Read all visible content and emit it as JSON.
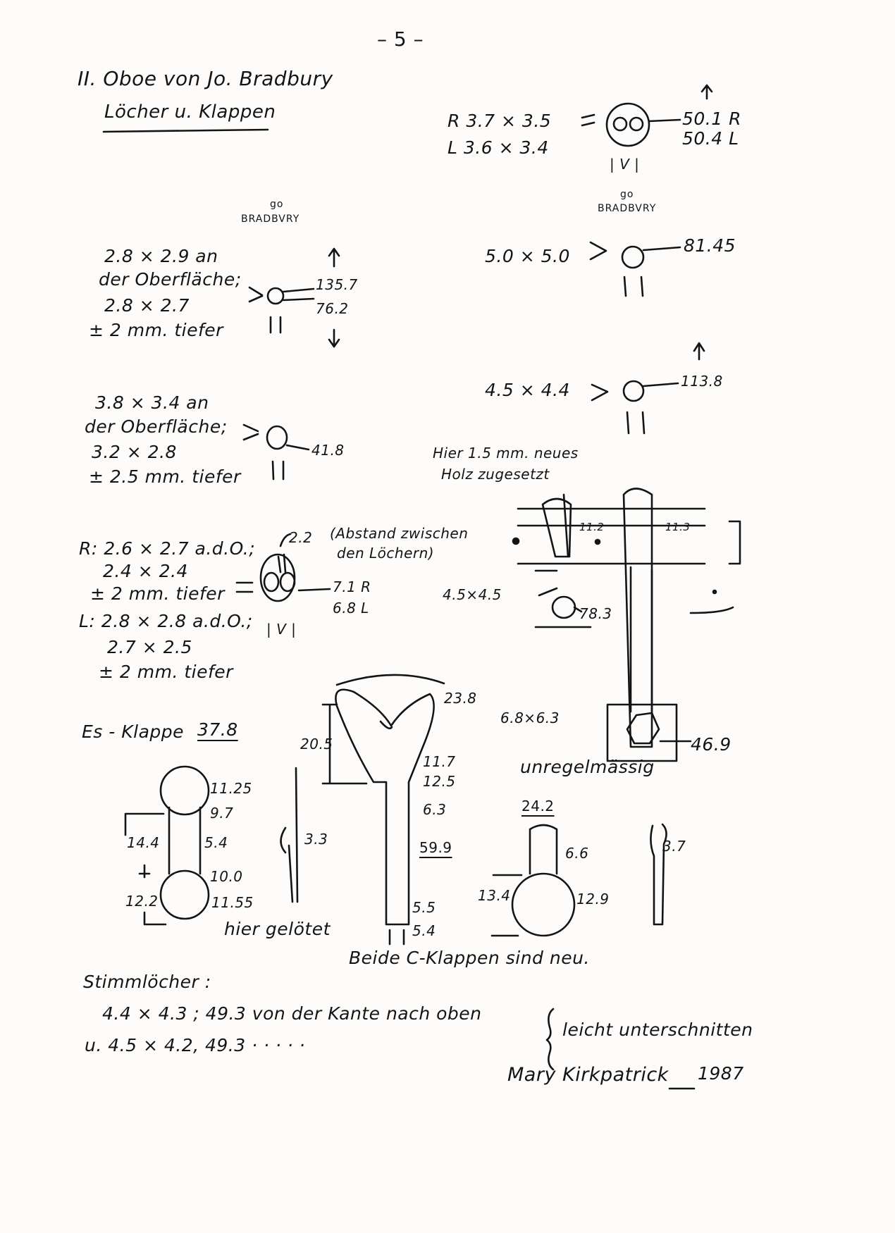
{
  "page_number": "– 5 –",
  "title": "II. Oboe von Jo. Bradbury",
  "subtitle": "Löcher u. Klappen",
  "stamp_label_1": "go",
  "stamp_label_2": "BRADBVRY",
  "hole_top_right": {
    "r": "R  3.7 × 3.5",
    "l": "L  3.6 × 3.4",
    "m1": "50.1 R",
    "m2": "50.4 L",
    "mark": "| V |"
  },
  "stamp_right": {
    "go": "go",
    "name": "BRADBVRY"
  },
  "hole_81": {
    "size": "5.0 × 5.0",
    "m": "81.45"
  },
  "hole_1357": {
    "l1": "2.8 × 2.9  an",
    "l2": "der Oberfläche;",
    "l3": "2.8 × 2.7",
    "l4": "± 2 mm. tiefer",
    "m1": "135.7",
    "m2": "76.2"
  },
  "hole_113": {
    "size": "4.5 × 4.4",
    "m": "113.8"
  },
  "hole_418": {
    "l1": "3.8 × 3.4  an",
    "l2": "der Oberfläche;",
    "l3": "3.2 × 2.8",
    "l4": "± 2.5 mm. tiefer",
    "m": "41.8"
  },
  "new_wood": {
    "l1": "Hier 1.5 mm. neues",
    "l2": "Holz zugesetzt"
  },
  "hole_71": {
    "l1": "R: 2.6 × 2.7 a.d.O.;",
    "l2": "2.4 × 2.4",
    "l3": "± 2 mm. tiefer",
    "l4": "L: 2.8 × 2.8 a.d.O.;",
    "l5": "2.7 × 2.5",
    "l6": "± 2 mm. tiefer",
    "spacing": "2.2",
    "note1": "(Abstand zwischen",
    "note2": "den Löchern)",
    "m1": "7.1 R",
    "m2": "6.8 L",
    "mark": "| V |"
  },
  "key_section": {
    "d1": "11.2",
    "d2": "11.3",
    "hole_size": "4.5×4.5",
    "m1": "78.3",
    "hole2_size": "6.8×6.3",
    "m2": "46.9",
    "irregular": "unregelmässig"
  },
  "es_key": {
    "label": "Es - Klappe",
    "value": "37.8",
    "d1": "11.25",
    "d2": "9.7",
    "d3": "14.4",
    "d4": "5.4",
    "d5": "10.0",
    "d6": "12.2",
    "d7": "11.55",
    "soldered": "hier gelötet",
    "side": "3.3"
  },
  "c_key_1": {
    "height": "20.5",
    "top": "23.8",
    "d1": "11.7",
    "d2": "12.5",
    "d3": "6.3",
    "length": "59.9",
    "d4": "5.5",
    "d5": "5.4"
  },
  "c_key_2": {
    "top": "24.2",
    "d1": "6.6",
    "d2": "13.4",
    "d3": "12.9",
    "side": "3.7"
  },
  "c_keys_note": "Beide C-Klappen sind neu.",
  "tuning": {
    "heading": "Stimmlöcher :",
    "l1": "4.4 × 4.3 ;  49.3 von der Kante nach oben",
    "l2": "u. 4.5 × 4.2,  49.3  ·    ·    ·    ·    ·",
    "note": "leicht unterschnitten"
  },
  "signature": "Mary Kirkpatrick",
  "year": "1987"
}
